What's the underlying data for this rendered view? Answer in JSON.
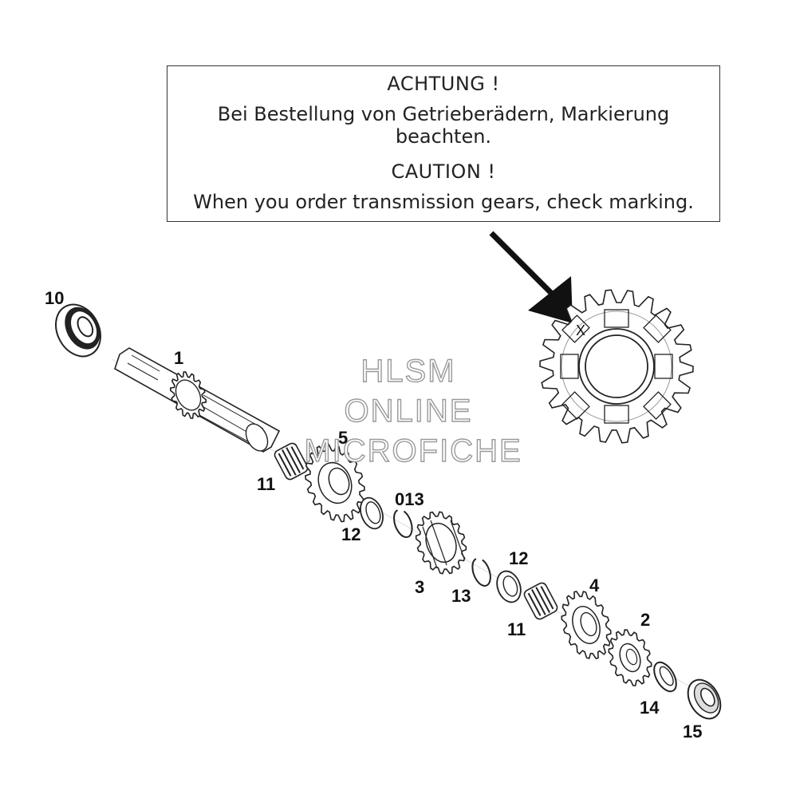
{
  "notice": {
    "heading_de": "ACHTUNG !",
    "text_de": "Bei Bestellung von Getrieberädern, Markierung beachten.",
    "heading_en": "CAUTION !",
    "text_en": "When you order transmission gears, check marking."
  },
  "gear_marking": "X",
  "watermark": {
    "line1": "HLSM",
    "line2": "ONLINE",
    "line3": "MICROFICHE"
  },
  "callouts": {
    "c10": "10",
    "c1": "1",
    "c5": "5",
    "c11a": "11",
    "c12a": "12",
    "c013": "013",
    "c3": "3",
    "c13": "13",
    "c12b": "12",
    "c11b": "11",
    "c4": "4",
    "c2": "2",
    "c14": "14",
    "c15": "15"
  }
}
